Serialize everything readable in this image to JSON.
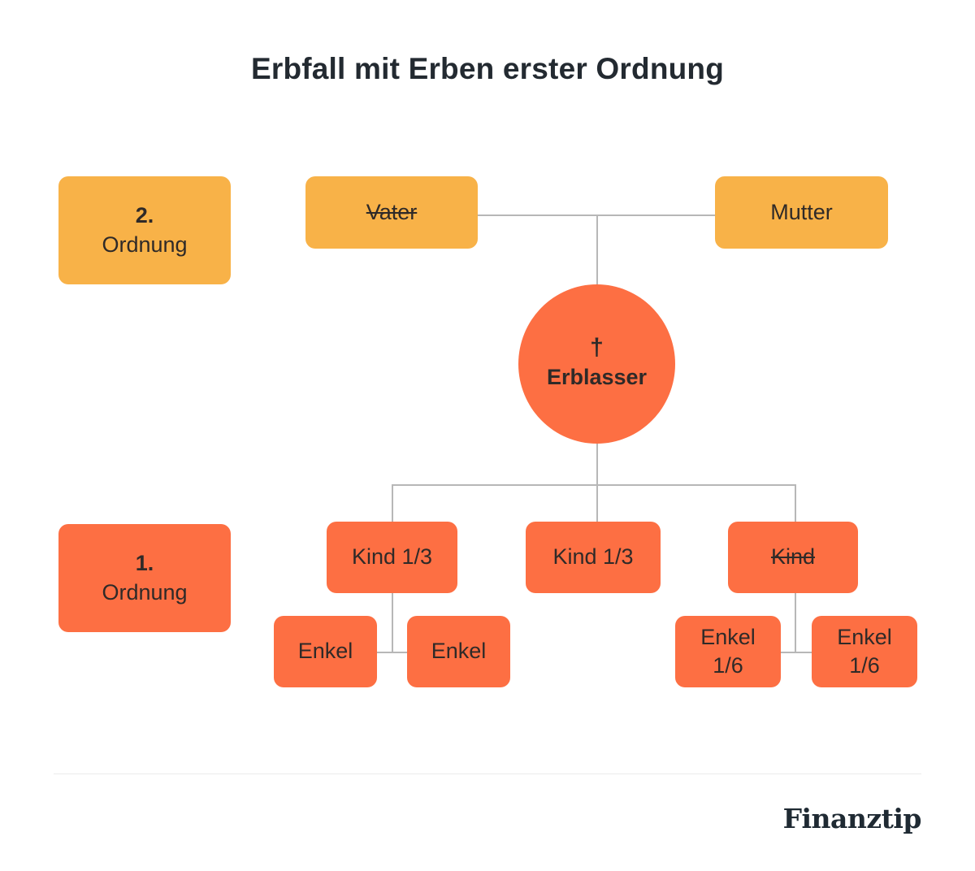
{
  "title": "Erbfall mit Erben erster Ordnung",
  "colors": {
    "second_order": "#f8b248",
    "first_order": "#fd6f43",
    "connector": "#b7b7b7",
    "text": "#2f2a28",
    "title": "#232a31"
  },
  "legend": {
    "second_order": {
      "number": "2.",
      "label": "Ordnung"
    },
    "first_order": {
      "number": "1.",
      "label": "Ordnung"
    }
  },
  "parents": {
    "father": {
      "label": "Vater",
      "deceased": true
    },
    "mother": {
      "label": "Mutter",
      "deceased": false
    }
  },
  "decedent": {
    "symbol": "†",
    "label": "Erblasser"
  },
  "children": [
    {
      "label": "Kind 1/3",
      "deceased": false
    },
    {
      "label": "Kind 1/3",
      "deceased": false
    },
    {
      "label": "Kind",
      "deceased": true
    }
  ],
  "grandchildren": [
    {
      "label": "Enkel",
      "share": ""
    },
    {
      "label": "Enkel",
      "share": ""
    },
    {
      "label": "Enkel",
      "share": "1/6"
    },
    {
      "label": "Enkel",
      "share": "1/6"
    }
  ],
  "footer": {
    "brand": "Finanztip"
  }
}
